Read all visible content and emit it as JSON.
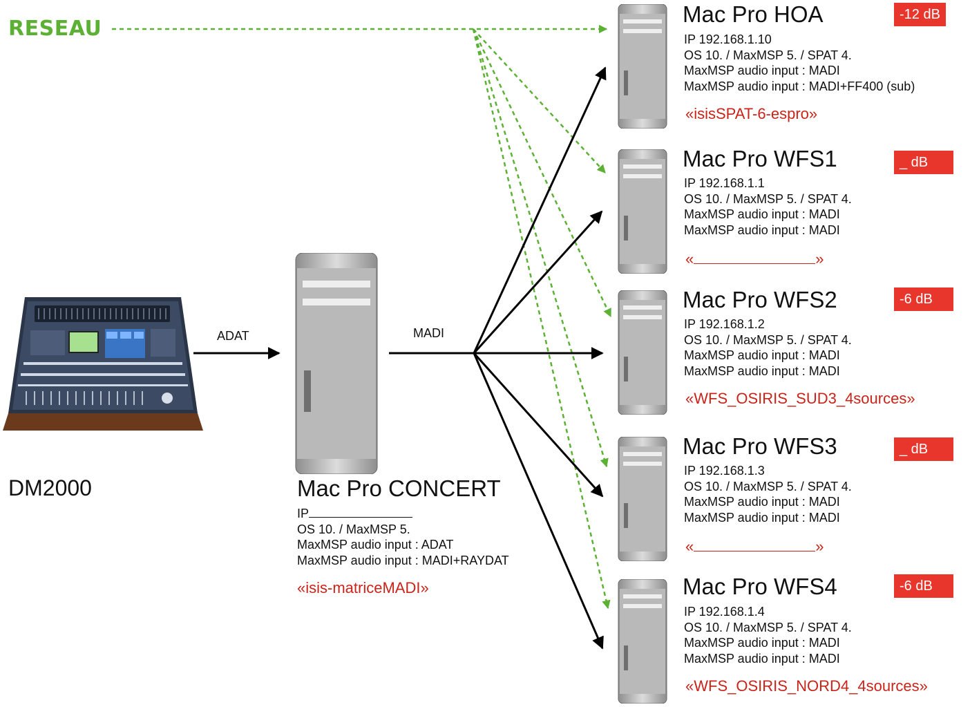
{
  "network": {
    "label": "RESEAU",
    "color": "#5cb135"
  },
  "links": {
    "adat": "ADAT",
    "madi": "MADI"
  },
  "console": {
    "name": "DM2000"
  },
  "concert": {
    "title": "Mac Pro CONCERT",
    "ip_label": "IP",
    "os": "OS 10. / MaxMSP 5.",
    "input1": "MaxMSP audio input : ADAT",
    "input2": "MaxMSP audio input : MADI+RAYDAT",
    "preset": "«isis-matriceMADI»"
  },
  "machines": [
    {
      "title": "Mac Pro HOA",
      "ip": "IP 192.168.1.10",
      "os": "OS 10. / MaxMSP 5. / SPAT 4.",
      "input1": "MaxMSP audio input : MADI",
      "input2": "MaxMSP audio input : MADI+FF400 (sub)",
      "preset": "«isisSPAT-6-espro»",
      "gain": "-12 dB"
    },
    {
      "title": "Mac Pro WFS1",
      "ip": "IP 192.168.1.1",
      "os": "OS 10. / MaxMSP 5. / SPAT 4.",
      "input1": "MaxMSP audio input : MADI",
      "input2": "MaxMSP audio input : MADI",
      "preset_open": "«",
      "preset_close": "»",
      "gain": "_ dB"
    },
    {
      "title": "Mac Pro WFS2",
      "ip": "IP 192.168.1.2",
      "os": "OS 10. / MaxMSP 5. / SPAT 4.",
      "input1": "MaxMSP audio input : MADI",
      "input2": "MaxMSP audio input : MADI",
      "preset": "«WFS_OSIRIS_SUD3_4sources»",
      "gain": "-6 dB"
    },
    {
      "title": "Mac Pro WFS3",
      "ip": "IP 192.168.1.3",
      "os": "OS 10. / MaxMSP 5. / SPAT 4.",
      "input1": "MaxMSP audio input : MADI",
      "input2": "MaxMSP audio input : MADI",
      "preset_open": "«",
      "preset_close": "»",
      "gain": "_ dB"
    },
    {
      "title": "Mac Pro WFS4",
      "ip": "IP 192.168.1.4",
      "os": "OS 10. / MaxMSP 5. / SPAT 4.",
      "input1": "MaxMSP audio input : MADI",
      "input2": "MaxMSP audio input : MADI",
      "preset": "«WFS_OSIRIS_NORD4_4sources»",
      "gain": "-6 dB"
    }
  ],
  "colors": {
    "gain_badge": "#e8362c",
    "preset_text": "#c9241a",
    "network_line": "#5cb135",
    "audio_line": "#000000"
  }
}
